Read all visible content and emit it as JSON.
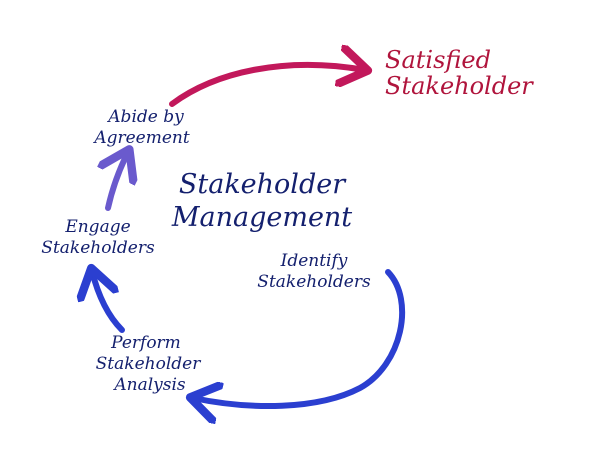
{
  "title": {
    "line1": "Stakeholder",
    "line2": "Management"
  },
  "steps": [
    {
      "id": "identify",
      "line1": "Identify",
      "line2": "Stakeholders",
      "line3": ""
    },
    {
      "id": "analysis",
      "line1": "Perform",
      "line2": "Stakeholder",
      "line3": "Analysis"
    },
    {
      "id": "engage",
      "line1": "Engage",
      "line2": "Stakeholders",
      "line3": ""
    },
    {
      "id": "abide",
      "line1": "Abide by",
      "line2": "Agreement",
      "line3": ""
    }
  ],
  "goal": {
    "line1": "Satisfied",
    "line2": "Stakeholder"
  },
  "colors": {
    "text": "#14206e",
    "cycle_arrow": "#2b3fd0",
    "engage_arrow": "#6a5acd",
    "goal_arrow": "#c2185b",
    "goal_text": "#b0143c"
  }
}
